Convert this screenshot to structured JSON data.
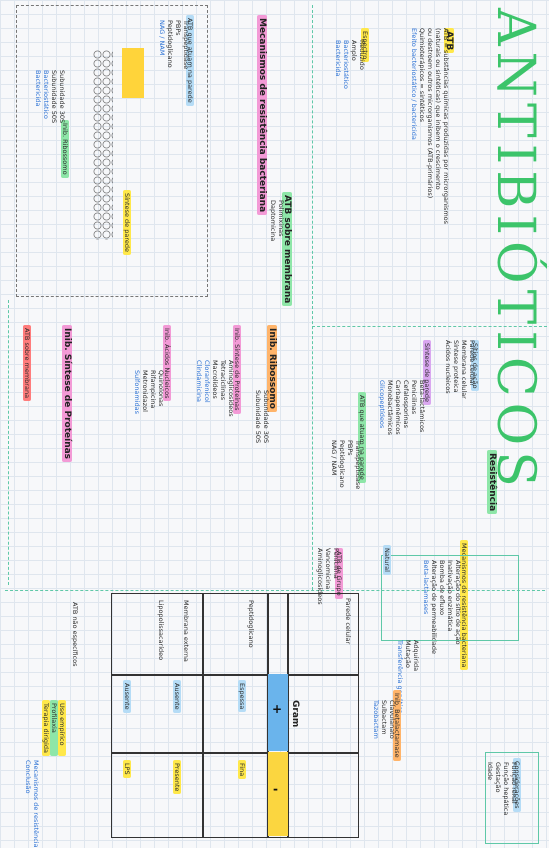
{
  "title": "ANTIBIÓTICOS",
  "sections": {
    "intro": {
      "label": "ATB",
      "lines": [
        "ATB = substâncias químicas produzidas por microrganismos",
        "(naturais ou sintéticas) que inibem o crescimento",
        "ou destroem outros microrganismos (ATB-primários)",
        "Quimioterápicos = sintéticos",
        "Efeito bacteriostático / bactericida"
      ],
      "sub": "Espectro",
      "sub_lines": [
        "Reduzido",
        "Amplo",
        "Bacteriostático",
        "Bactericida"
      ]
    },
    "sitios": {
      "label": "Sítios de ação",
      "items": [
        "Parede celular",
        "Membrana celular",
        "Síntese proteica",
        "Ácidos nucleicos"
      ]
    },
    "resistencia": {
      "label": "Resistência",
      "items": [
        "Natural",
        "Adquirida",
        "Mutação",
        "Transferência genética"
      ]
    },
    "mecanismos": {
      "label": "Mecanismos de resistência bacteriana",
      "items": [
        "Alteração do sítio de ação",
        "Inativação enzimática",
        "Bomba de efluxo",
        "Alteração de permeabilidade",
        "Beta-lactamases"
      ]
    },
    "parede": {
      "label": "Síntese de parede",
      "items": [
        "Beta-lactâmicos",
        "Penicilinas",
        "Cefalosporinas",
        "Carbapenêmicos",
        "Monobactâmicos",
        "Glicopeptídeos"
      ]
    },
    "classes": {
      "label": "ATB que atuam na parede",
      "items": [
        "Transpeptidase",
        "PBPs",
        "Peptidoglicano",
        "NAG / NAM"
      ]
    },
    "inib_sintese": {
      "label": "Inib. Síntese de Proteínas",
      "items": [
        "Aminoglicosídeos",
        "Tetraciclinas",
        "Macrolídeos",
        "Cloranfenicol",
        "Clindamicina"
      ]
    },
    "ribossomo": {
      "label": "Inib. Ribossomo",
      "items": [
        "Subunidade 30S",
        "Subunidade 50S",
        "Bacteriostático",
        "Bactericida"
      ]
    },
    "acidos": {
      "label": "Inib. Ácidos Nucleicos",
      "items": [
        "Quinolonas",
        "Rifampicina",
        "Metronidazol",
        "Sulfonamidas"
      ]
    },
    "atb_sobre_membrana": {
      "label": "ATB sobre membrana",
      "items": [
        "Polimixinas",
        "Daptomicina"
      ]
    },
    "ativ_grupo": {
      "label": "ATB de Grupo",
      "items": [
        "Penicilina",
        "Vancomicina",
        "Aminoglicosídeos"
      ]
    },
    "inib_betalactamase": {
      "label": "Inib. Betalactamase",
      "items": [
        "Clavulanato",
        "Sulbactam",
        "Tazobactam"
      ]
    },
    "gram_table": {
      "header_left": "Parede celular",
      "header_top": "Gram",
      "plus": "+",
      "minus": "-",
      "rows": [
        {
          "label": "Peptidoglicano",
          "pos": "Espessa",
          "neg": "Fina"
        },
        {
          "label": "Membrana externa",
          "pos": "Ausente",
          "neg": "Presente"
        },
        {
          "label": "Lipopolissacarídeo",
          "pos": "Ausente",
          "neg": "LPS"
        }
      ]
    },
    "atb_inespecificos": {
      "label": "ATB não específicos",
      "items": [
        "Uso empírico",
        "Profilaxia",
        "Terapia dirigida"
      ]
    },
    "conclusao": {
      "lines": [
        "Mecanismos de resistência",
        "Conclusão"
      ]
    },
    "notes_right": {
      "label": "Considerações",
      "items": [
        "Função renal",
        "Função hepática",
        "Gestação",
        "Idade"
      ]
    }
  },
  "colors": {
    "title": "#3cc46a",
    "divider": "#5fc8a8",
    "pink": "#f39ad6",
    "yellow": "#ffe84a",
    "green": "#8ee6a8",
    "blue": "#b5dcf6",
    "orange": "#ffb46a",
    "purple": "#d9a7f0",
    "red": "#ff7c7c",
    "gram_pos": "#6ab4ec",
    "gram_neg": "#fbd640"
  }
}
